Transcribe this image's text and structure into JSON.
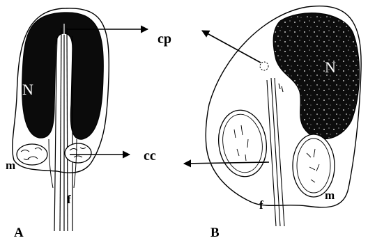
{
  "figure": {
    "panels": [
      {
        "label": "A",
        "nucleus_label": "N",
        "mito_label": "m",
        "flagellum_label": "f"
      },
      {
        "label": "B",
        "nucleus_label": "N",
        "mito_label": "m",
        "flagellum_label": "f"
      }
    ],
    "callouts": {
      "cp": "cp",
      "cc": "cc"
    },
    "colors": {
      "ink": "#000000",
      "paper": "#ffffff"
    }
  }
}
